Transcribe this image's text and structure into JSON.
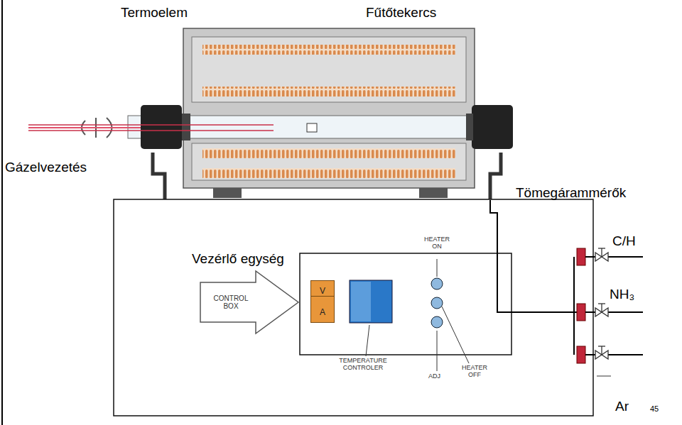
{
  "diagram": {
    "nodes": [
      {
        "text": [
          "CONTROL BOX"
        ]
      },
      {
        "text": [
          "V",
          "A"
        ]
      }
    ],
    "labels": [
      "Termoelem",
      "Fűtőtekercs",
      "Gázelvezetés",
      "Tömegárammérők",
      "Vezérlő egység",
      "C/H",
      "NH₃",
      "Ar",
      "45",
      "HEATER ON",
      "TEMPERATURE CONTROLER",
      "ADJ",
      "HEATER OFF"
    ]
  }
}
